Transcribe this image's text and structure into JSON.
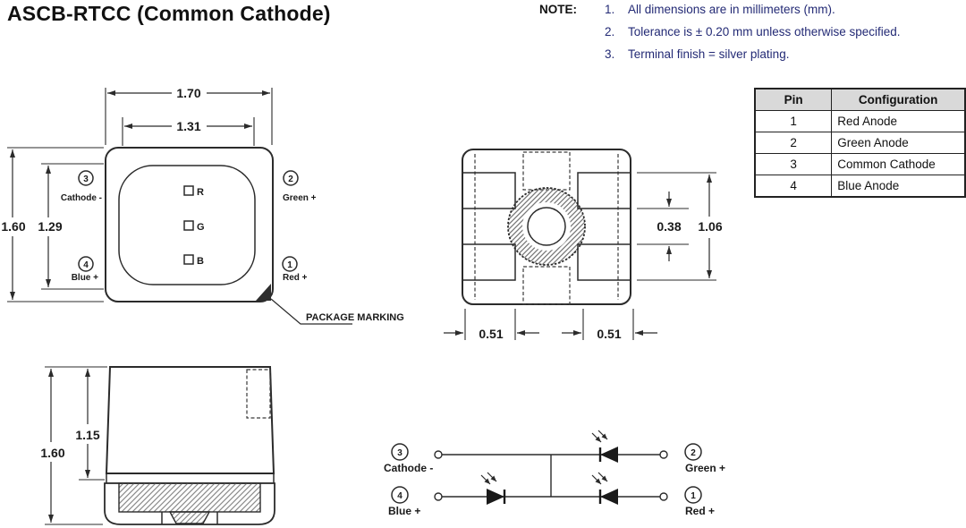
{
  "title": "ASCB-RTCC (Common Cathode)",
  "notes": {
    "label": "NOTE:",
    "items": [
      {
        "num": "1.",
        "text": "All dimensions are in millimeters (mm)."
      },
      {
        "num": "2.",
        "text": "Tolerance is ± 0.20 mm unless otherwise specified."
      },
      {
        "num": "3.",
        "text": "Terminal finish = silver plating."
      }
    ]
  },
  "pin_table": {
    "header": {
      "pin": "Pin",
      "config": "Configuration"
    },
    "rows": [
      {
        "pin": "1",
        "config": "Red Anode"
      },
      {
        "pin": "2",
        "config": "Green Anode"
      },
      {
        "pin": "3",
        "config": "Common Cathode"
      },
      {
        "pin": "4",
        "config": "Blue Anode"
      }
    ]
  },
  "top_view": {
    "dims": {
      "outer_width": "1.70",
      "inner_width": "1.31",
      "outer_height": "1.60",
      "inner_height": "1.29"
    },
    "pins": {
      "top_left": {
        "num": "3",
        "label": "Cathode -"
      },
      "top_right": {
        "num": "2",
        "label": "Green +"
      },
      "bottom_left": {
        "num": "4",
        "label": "Blue +"
      },
      "bottom_right": {
        "num": "1",
        "label": "Red +"
      }
    },
    "dies": {
      "r": "R",
      "g": "G",
      "b": "B"
    },
    "package_marking": "PACKAGE MARKING"
  },
  "bottom_view": {
    "dims": {
      "pad_gap": "0.38",
      "pad_span": "1.06",
      "pad_width_left": "0.51",
      "pad_width_right": "0.51"
    }
  },
  "side_view": {
    "dims": {
      "total_height": "1.60",
      "body_height": "1.15"
    }
  },
  "schematic": {
    "pins": {
      "cathode": {
        "num": "3",
        "label": "Cathode -"
      },
      "green": {
        "num": "2",
        "label": "Green +"
      },
      "blue": {
        "num": "4",
        "label": "Blue +"
      },
      "red": {
        "num": "1",
        "label": "Red +"
      }
    }
  },
  "colors": {
    "line": "#2b2b2b",
    "note_text": "#232a75",
    "table_header_bg": "#d9d9d9"
  }
}
